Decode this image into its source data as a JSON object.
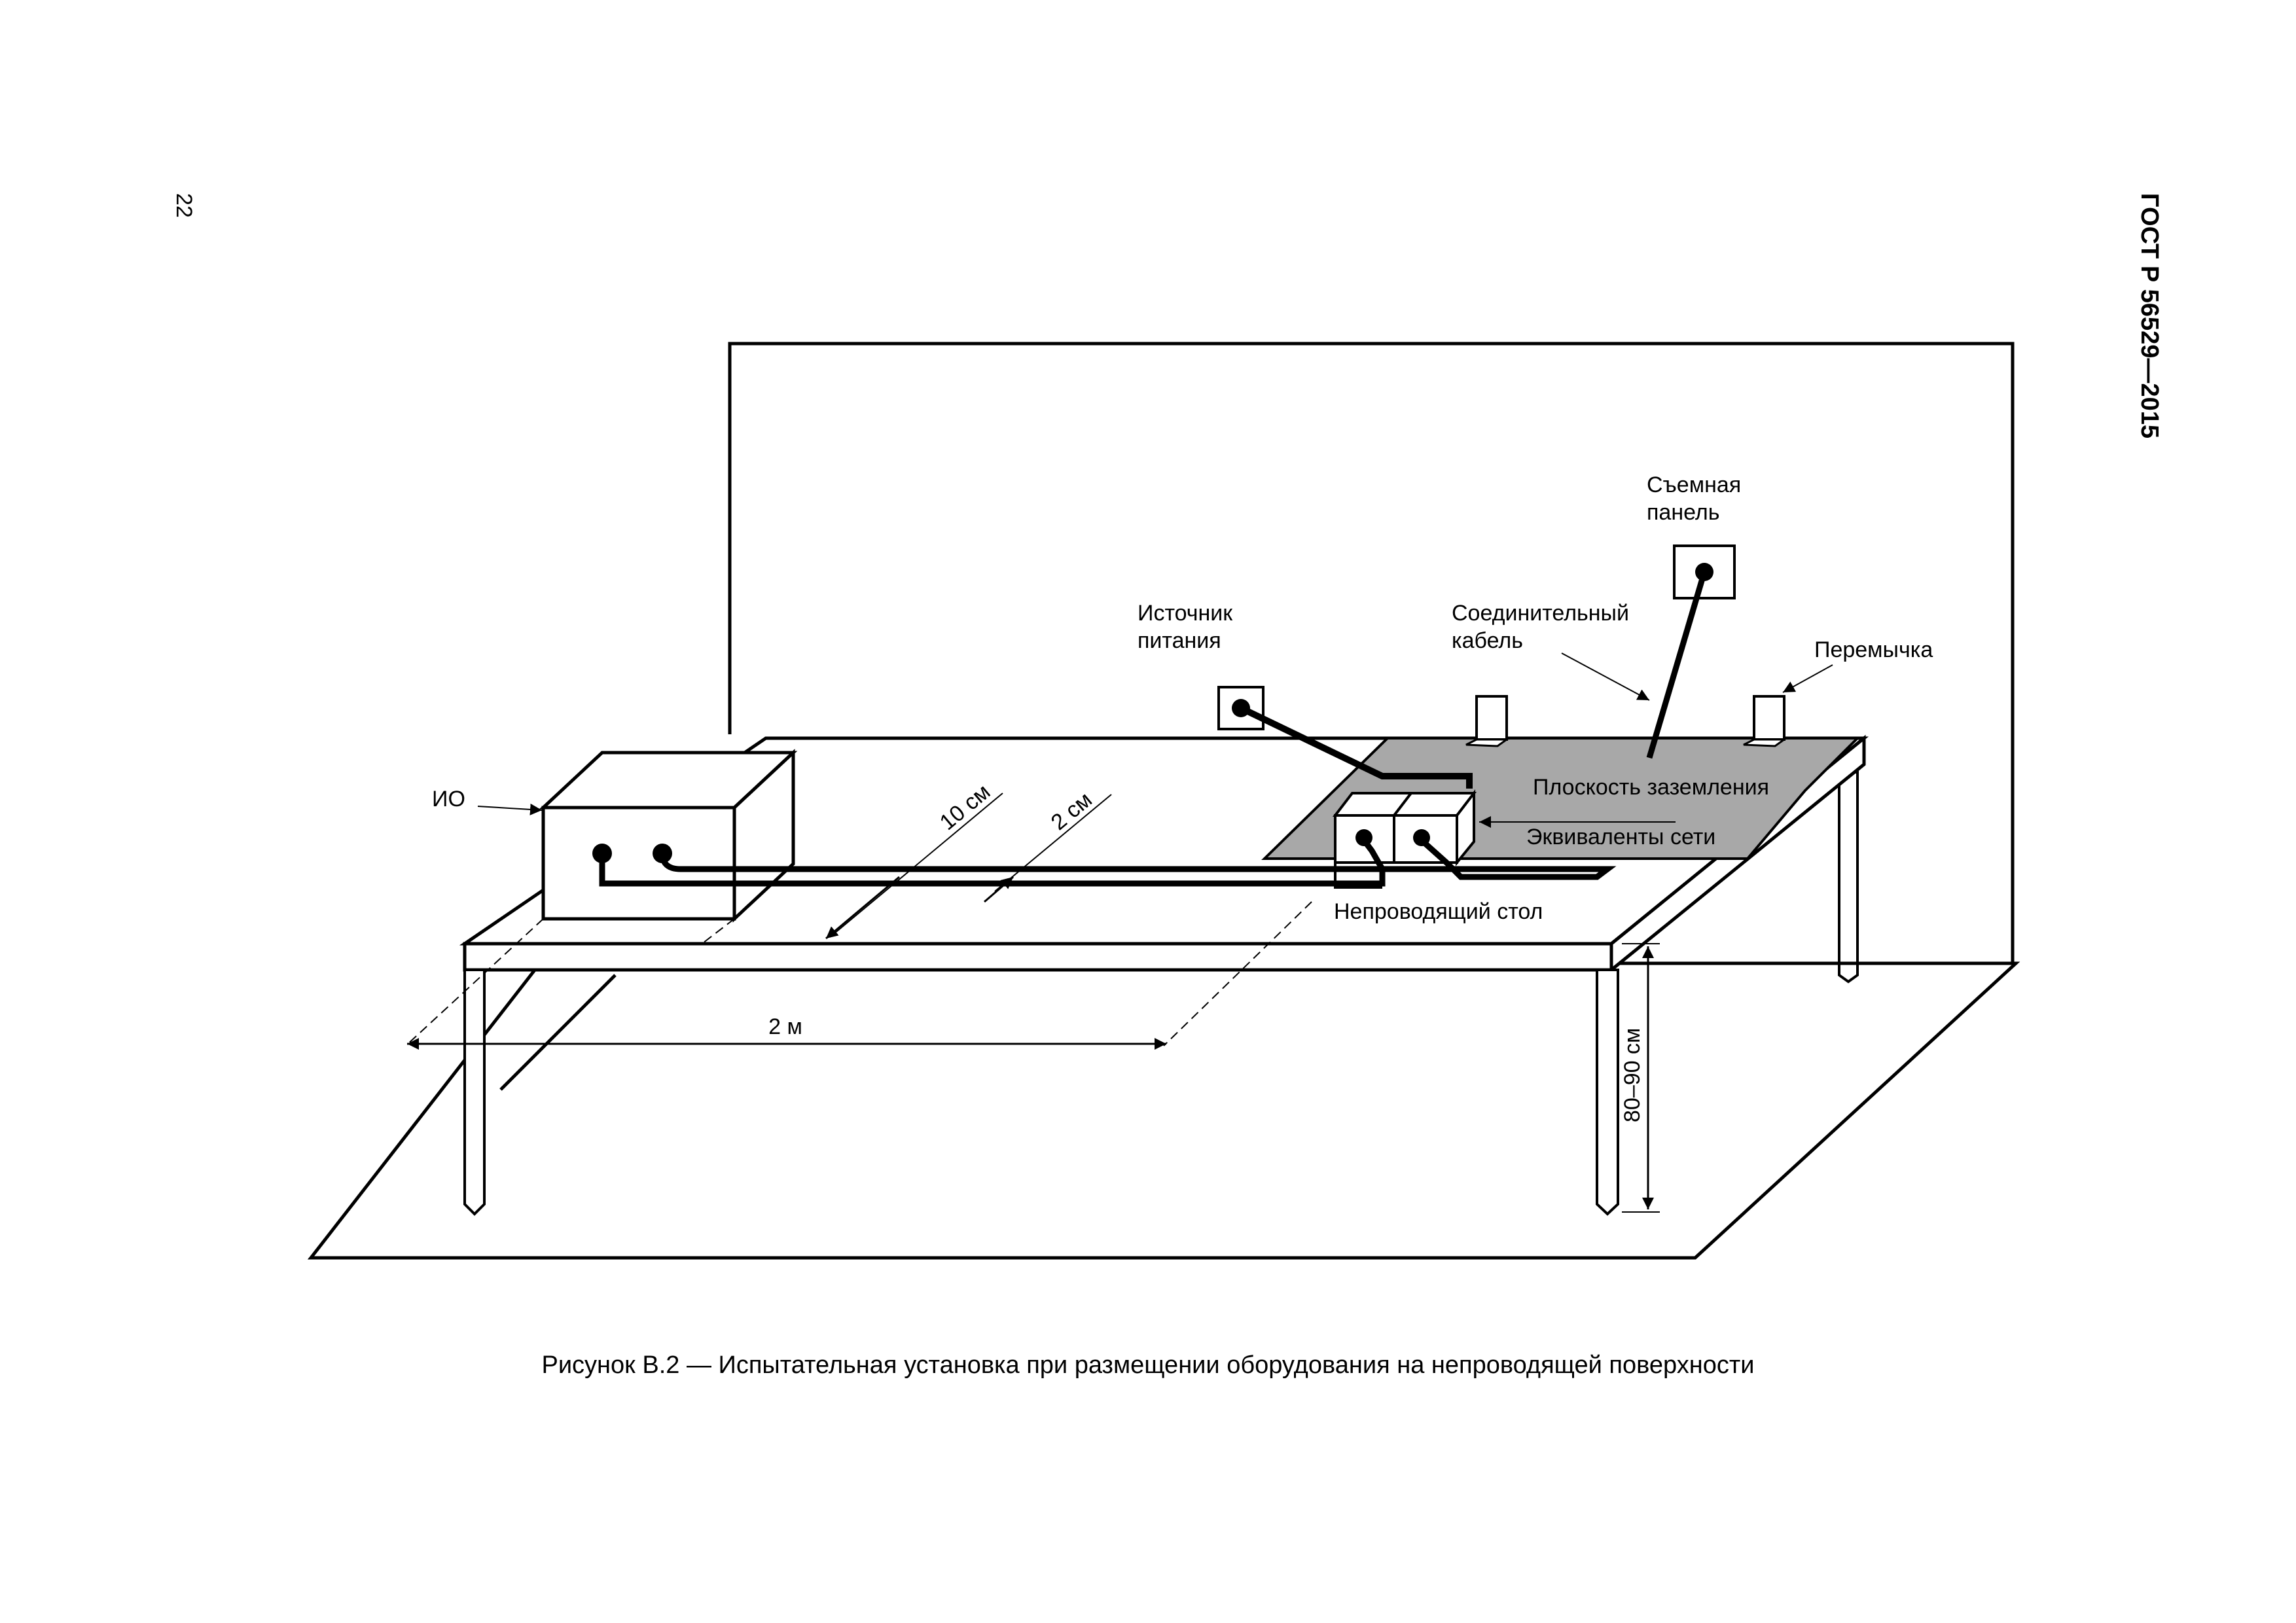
{
  "header": {
    "page_number": "22",
    "standard": "ГОСТ Р 56529—2015"
  },
  "figure": {
    "labels": {
      "eut": "ИО",
      "power_source": [
        "Источник",
        "питания"
      ],
      "removable_panel": [
        "Съемная",
        "панель"
      ],
      "connecting_cable": [
        "Соединительный",
        "кабель"
      ],
      "jumper": "Перемычка",
      "ground_plane": "Плоскость заземления",
      "network_equivalents": "Эквиваленты сети",
      "nonconductive_table": "Непроводящий стол",
      "dim_10cm": "10 см",
      "dim_2cm": "2 см",
      "dim_2m": "2 м",
      "dim_height": "80–90 см"
    },
    "caption": "Рисунок В.2 — Испытательная установка при размещении оборудования на непроводящей поверхности"
  },
  "colors": {
    "ground_plane_fill": "#a8a8a8",
    "line": "#000000"
  }
}
